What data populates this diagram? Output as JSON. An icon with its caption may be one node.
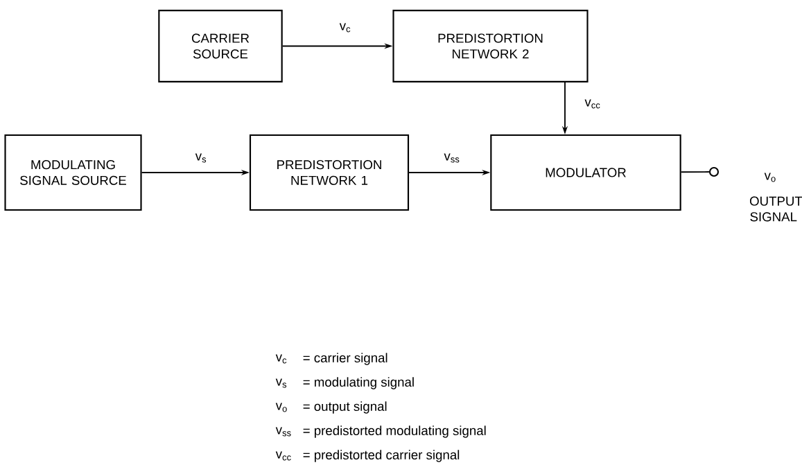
{
  "diagram": {
    "nodes": [
      {
        "text": [
          "CARRIER SOURCE"
        ]
      },
      {
        "text": [
          "PREDISTORTION NETWORK 2"
        ]
      },
      {
        "text": [
          "MODULATING SIGNAL SOURCE"
        ]
      },
      {
        "text": [
          "PREDISTORTION NETWORK 1"
        ]
      },
      {
        "text": [
          "MODULATOR"
        ]
      },
      {
        "text": [],
        "shape": "circle",
        "beside": [
          "v$_{o}$",
          "OUTPUT SIGNAL"
        ]
      }
    ],
    "edges": [
      {
        "from": 0,
        "to": 1,
        "arrow": "to",
        "label": "v$_{c}$"
      },
      {
        "from": 1,
        "to": 4,
        "arrow": "to",
        "label": "v$_{cc}$"
      },
      {
        "from": 2,
        "to": 3,
        "arrow": "to",
        "label": "v$_{s}$"
      },
      {
        "from": 3,
        "to": 4,
        "arrow": "to",
        "label": "v$_{ss}$"
      },
      {
        "from": 4,
        "to": 5,
        "arrow": "none"
      }
    ],
    "labels": [
      "v$_{c}$",
      "= carrier signal",
      "v$_{s}$",
      "= modulating signal",
      "v$_{o}$",
      "= output signal",
      "v$_{ss}$",
      "= predistorted modulating signal",
      "v$_{cc}$",
      "= predistorted carrier signal"
    ]
  }
}
